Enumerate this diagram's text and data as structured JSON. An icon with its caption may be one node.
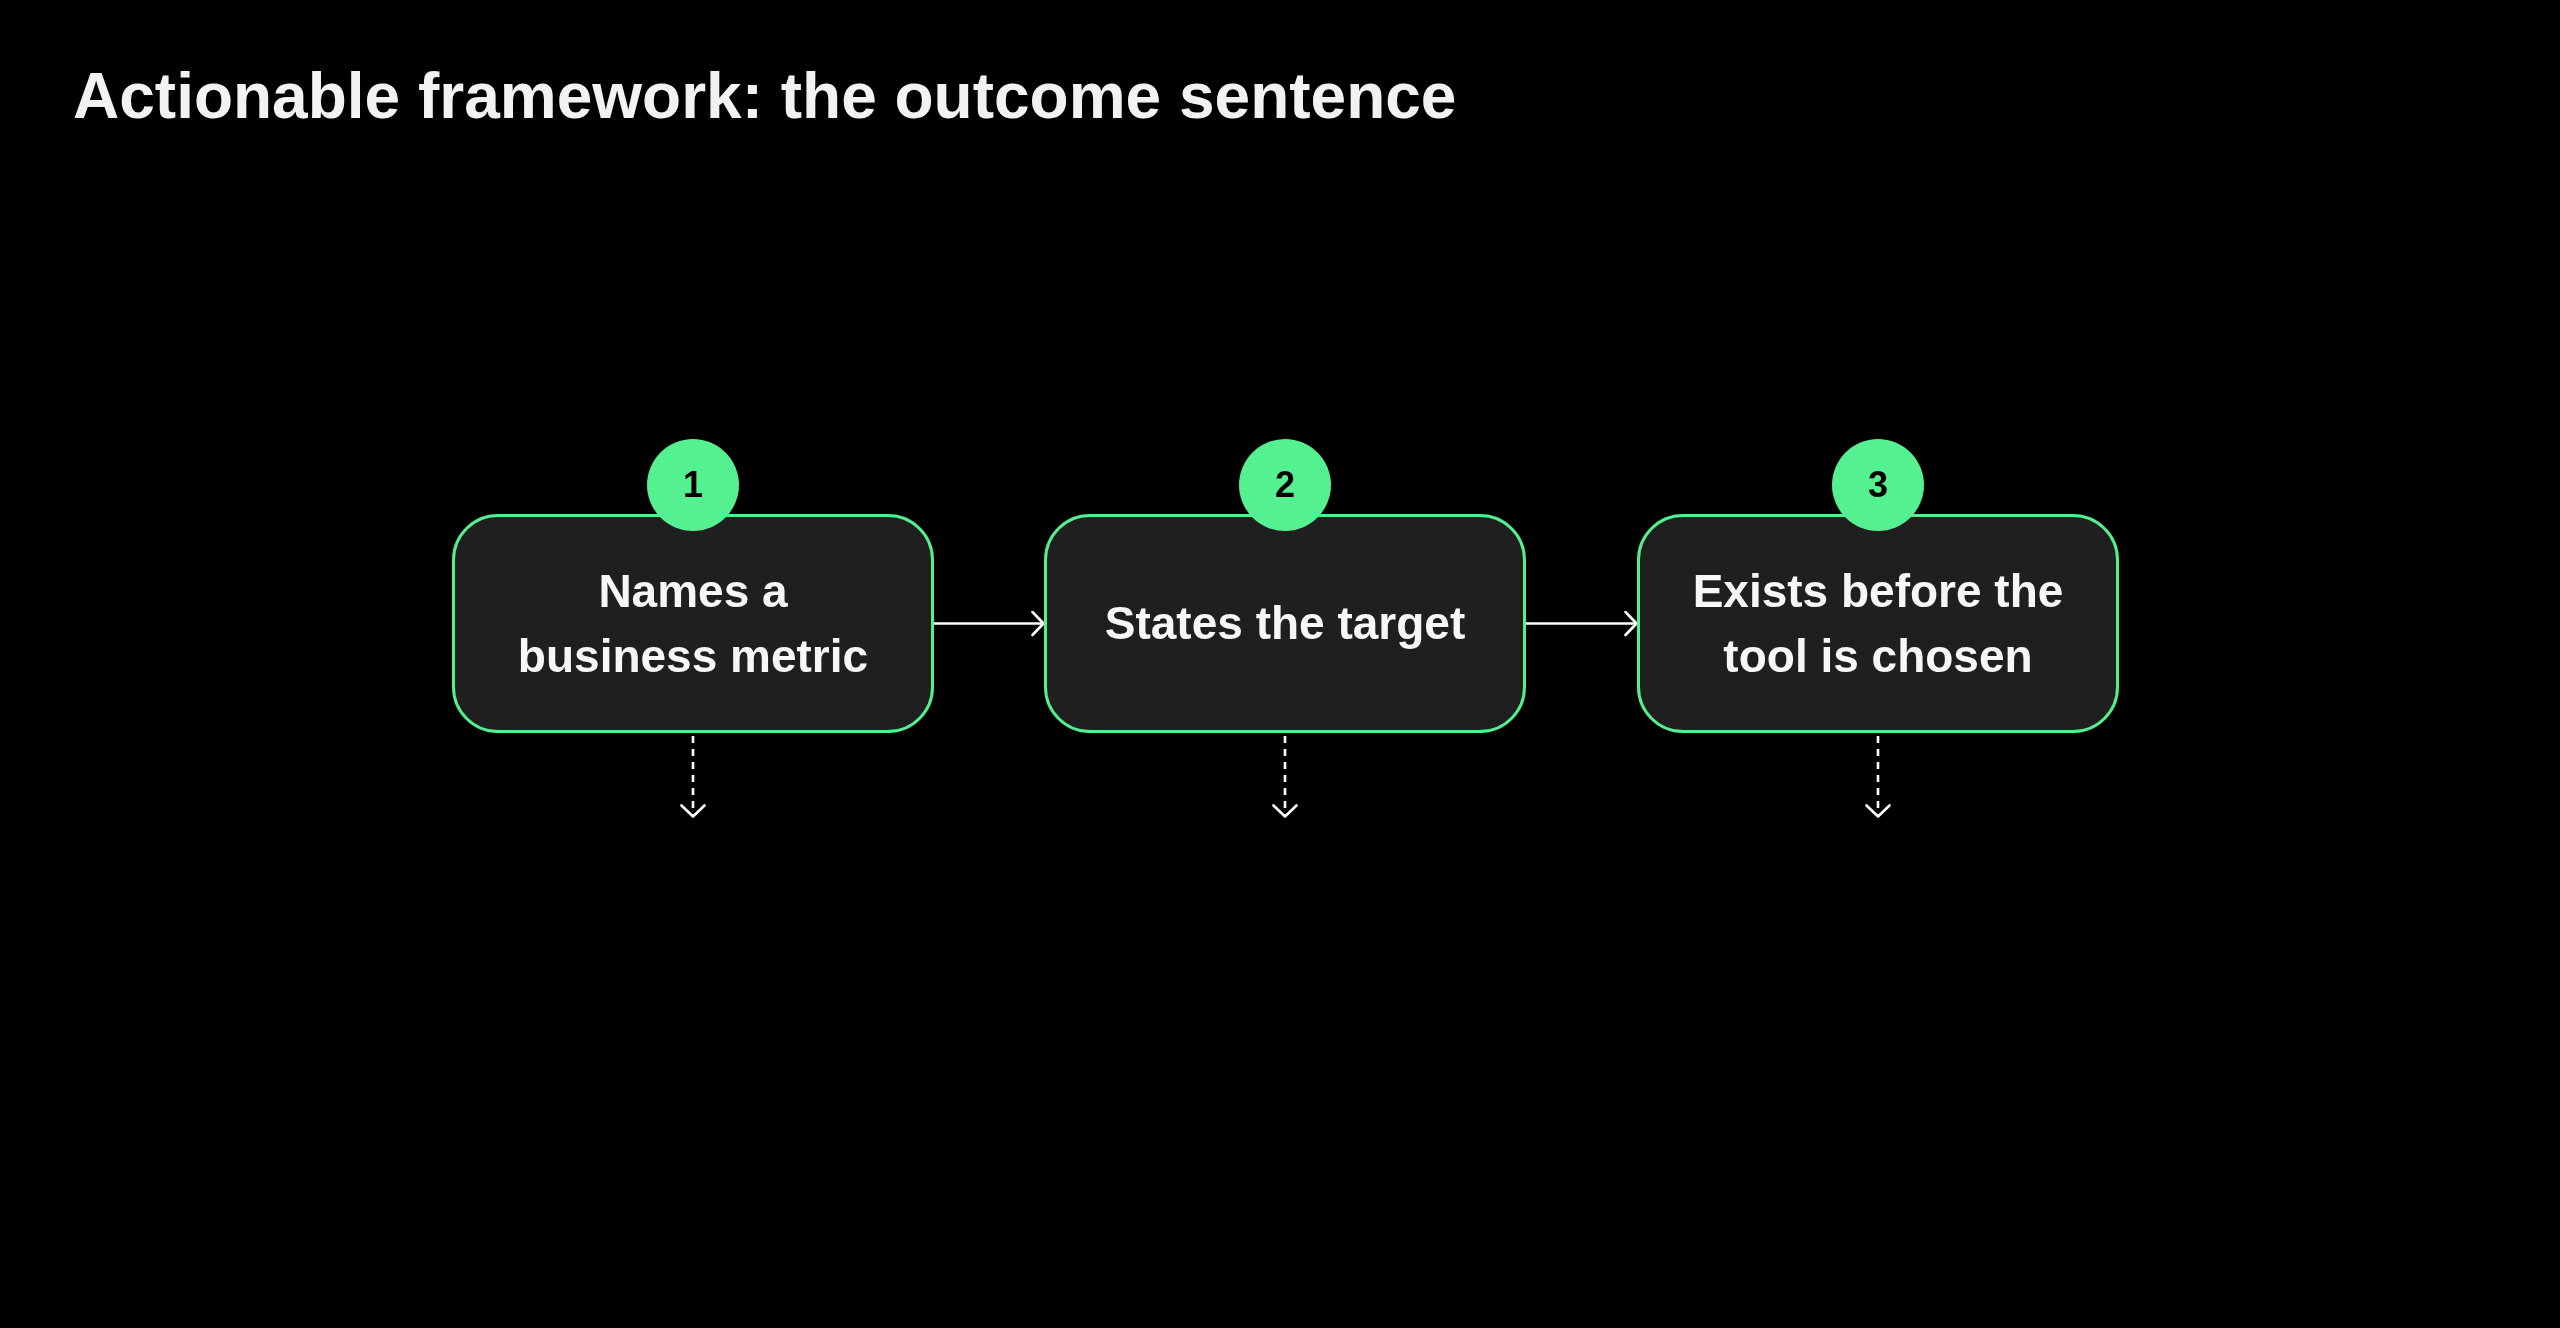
{
  "diagram": {
    "title": "Actionable framework: the outcome sentence",
    "nodes": [
      {
        "text": [
          "1"
        ]
      },
      {
        "text": [
          "Names a business metric"
        ]
      },
      {
        "text": [
          "2"
        ]
      },
      {
        "text": [
          "States the target"
        ]
      },
      {
        "text": [
          "3"
        ]
      },
      {
        "text": [
          "Exists before the tool is chosen"
        ]
      }
    ],
    "edges": [
      {
        "from": 1,
        "to": 3,
        "arrow": "to"
      },
      {
        "from": 3,
        "to": 5,
        "arrow": "to"
      },
      {
        "from": 1,
        "to": null,
        "arrow": "to",
        "style": "dashed"
      },
      {
        "from": 3,
        "to": null,
        "arrow": "to",
        "style": "dashed"
      },
      {
        "from": 5,
        "to": null,
        "arrow": "to",
        "style": "dashed"
      }
    ]
  }
}
